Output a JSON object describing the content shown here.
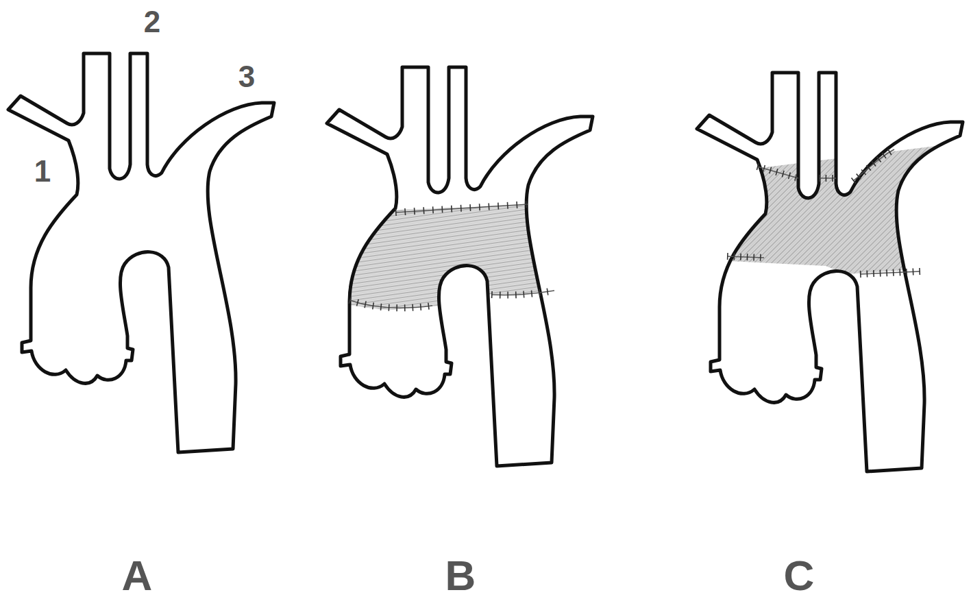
{
  "diagram": {
    "labels": [
      "1",
      "2",
      "3",
      "A",
      "B",
      "C"
    ]
  }
}
